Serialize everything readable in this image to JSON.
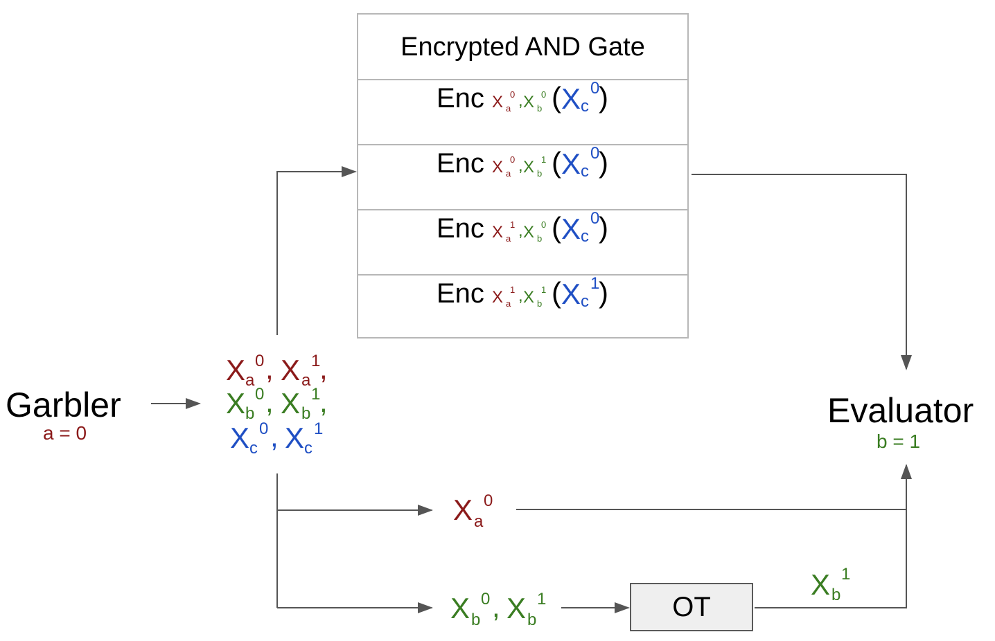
{
  "garbler": {
    "title": "Garbler",
    "input": "a = 0"
  },
  "evaluator": {
    "title": "Evaluator",
    "input": "b = 1"
  },
  "gate": {
    "title": "Encrypted AND Gate",
    "prefix": "Enc",
    "rows": [
      {
        "a": "0",
        "b": "0",
        "c": "0"
      },
      {
        "a": "0",
        "b": "1",
        "c": "0"
      },
      {
        "a": "1",
        "b": "0",
        "c": "0"
      },
      {
        "a": "1",
        "b": "1",
        "c": "1"
      }
    ]
  },
  "labels": {
    "var": "X",
    "sub_a": "a",
    "sub_b": "b",
    "sub_c": "c",
    "zero": "0",
    "one": "1",
    "comma": ",",
    "open_paren": "(",
    "close_paren": ")"
  },
  "ot": {
    "label": "OT"
  },
  "colors": {
    "a": "#8b1a1a",
    "b": "#3a7d22",
    "c": "#1f4fc4",
    "line": "#555555",
    "border": "#b7b7b7"
  }
}
